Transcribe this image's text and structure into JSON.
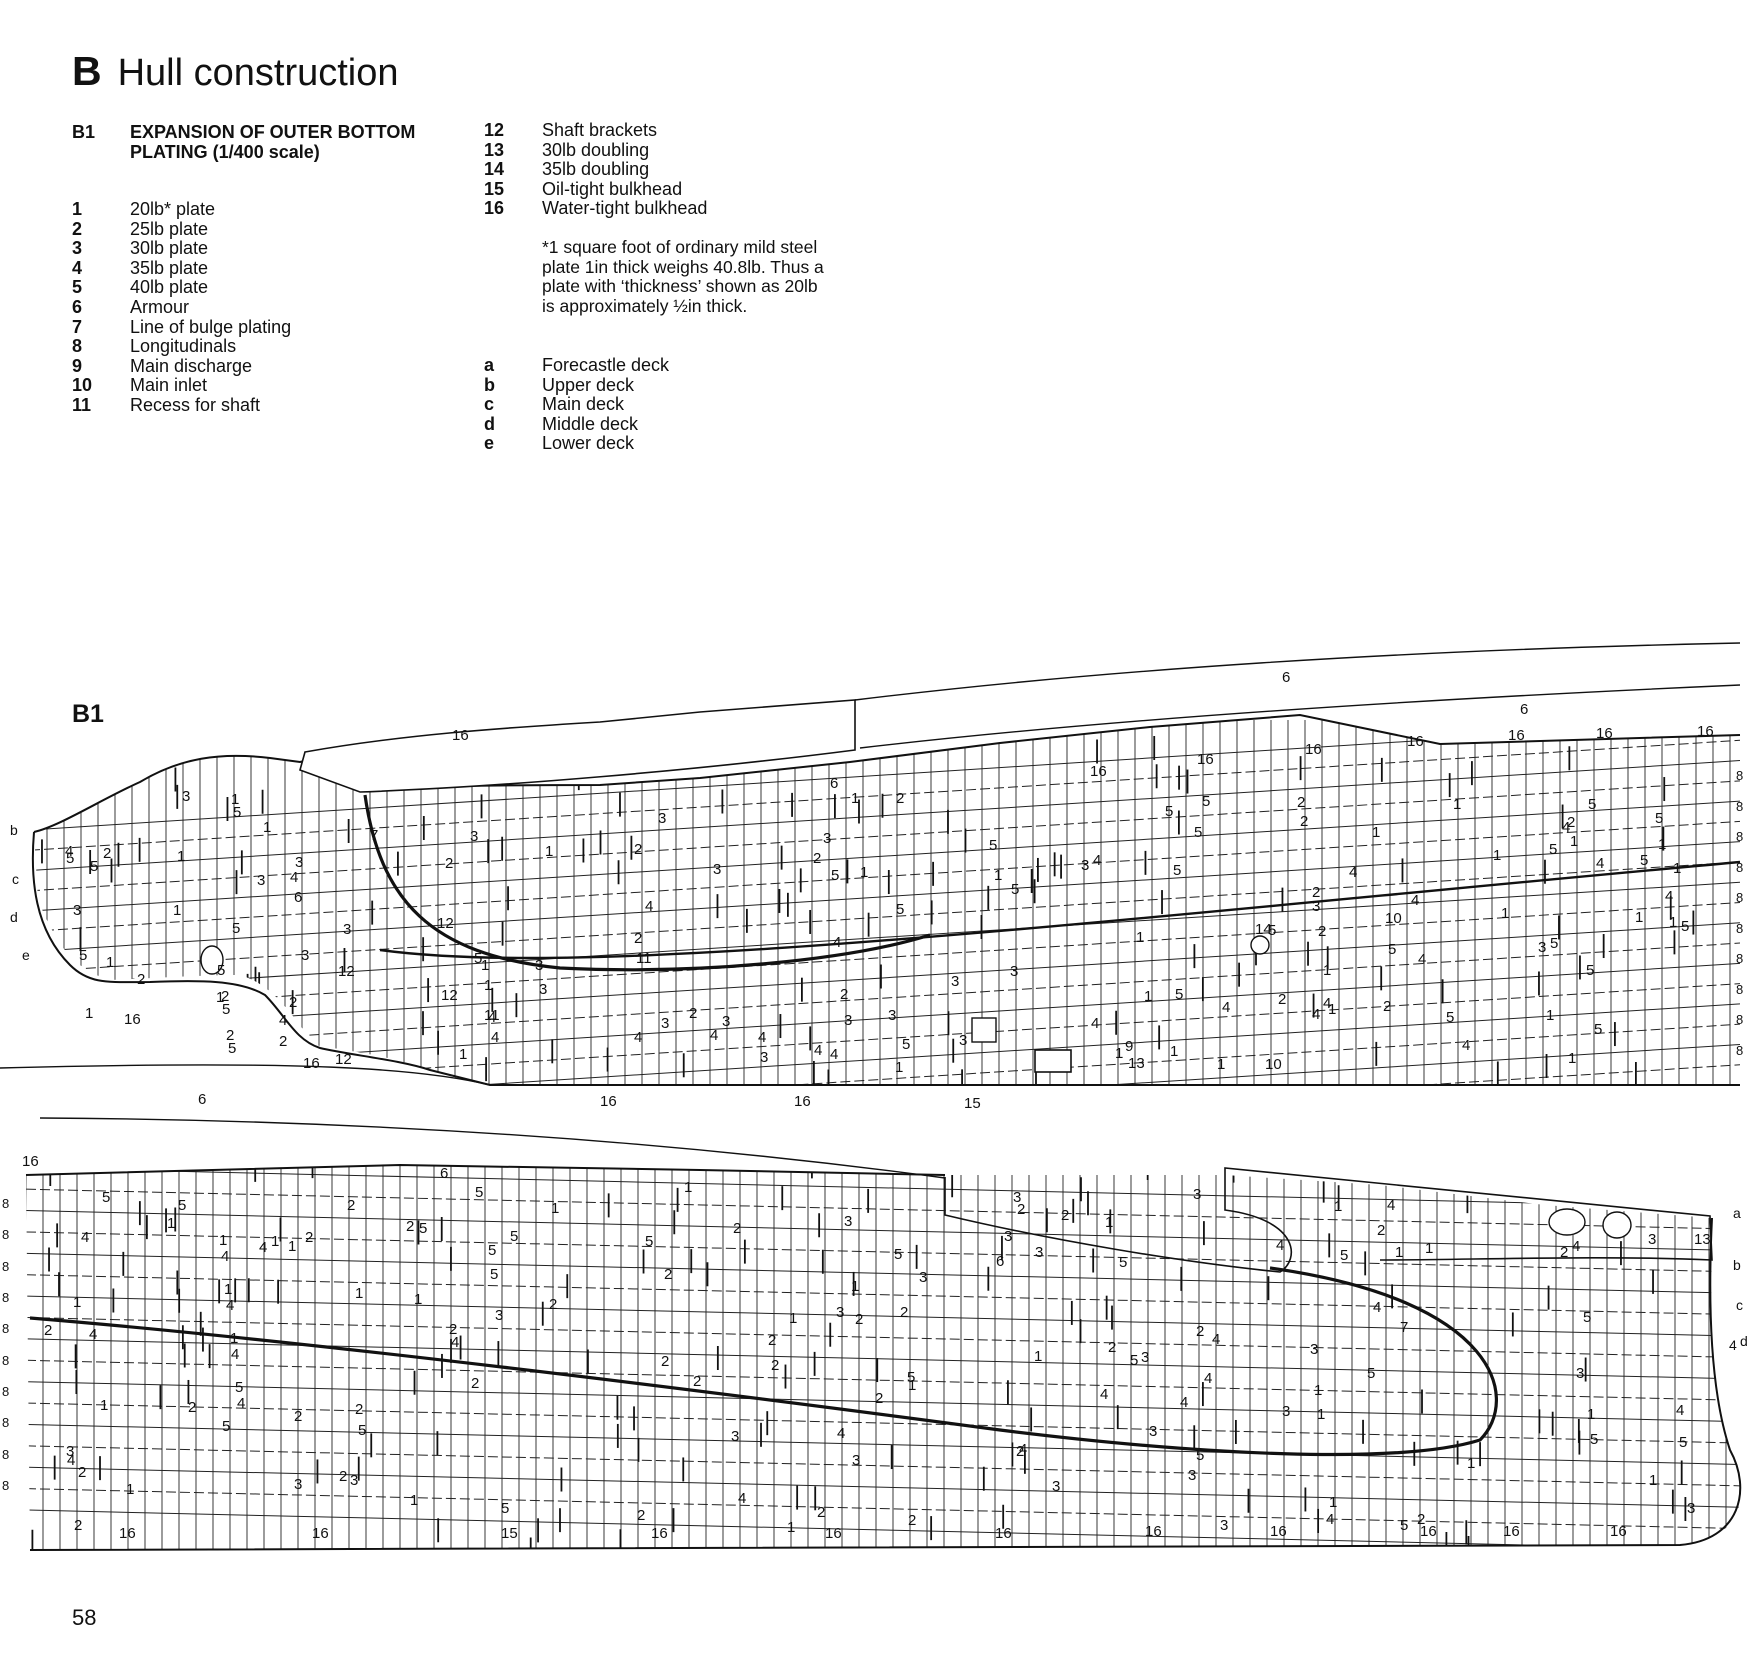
{
  "section": {
    "letter": "B",
    "title": "Hull construction"
  },
  "figure": {
    "id": "B1",
    "caption_line1": "EXPANSION OF OUTER BOTTOM",
    "caption_line2": "PLATING (1/400 scale)",
    "label": "B1"
  },
  "key_left": [
    {
      "n": "1",
      "t": "20lb* plate"
    },
    {
      "n": "2",
      "t": "25lb plate"
    },
    {
      "n": "3",
      "t": "30lb plate"
    },
    {
      "n": "4",
      "t": "35lb plate"
    },
    {
      "n": "5",
      "t": "40lb plate"
    },
    {
      "n": "6",
      "t": "Armour"
    },
    {
      "n": "7",
      "t": "Line of bulge plating"
    },
    {
      "n": "8",
      "t": "Longitudinals"
    },
    {
      "n": "9",
      "t": "Main discharge"
    },
    {
      "n": "10",
      "t": "Main inlet"
    },
    {
      "n": "11",
      "t": "Recess for shaft"
    }
  ],
  "key_right": [
    {
      "n": "12",
      "t": "Shaft brackets"
    },
    {
      "n": "13",
      "t": "30lb doubling"
    },
    {
      "n": "14",
      "t": "35lb doubling"
    },
    {
      "n": "15",
      "t": "Oil-tight bulkhead"
    },
    {
      "n": "16",
      "t": "Water-tight bulkhead"
    }
  ],
  "footnote": {
    "line1": "*1 square foot of ordinary mild steel",
    "line2": "plate 1in thick weighs 40.8lb. Thus a",
    "line3": "plate with ‘thickness’ shown as 20lb",
    "line4": "is approximately ½in thick."
  },
  "decks": [
    {
      "n": "a",
      "t": "Forecastle deck"
    },
    {
      "n": "b",
      "t": "Upper deck"
    },
    {
      "n": "c",
      "t": "Main deck"
    },
    {
      "n": "d",
      "t": "Middle deck"
    },
    {
      "n": "e",
      "t": "Lower deck"
    }
  ],
  "page_number": "58"
}
